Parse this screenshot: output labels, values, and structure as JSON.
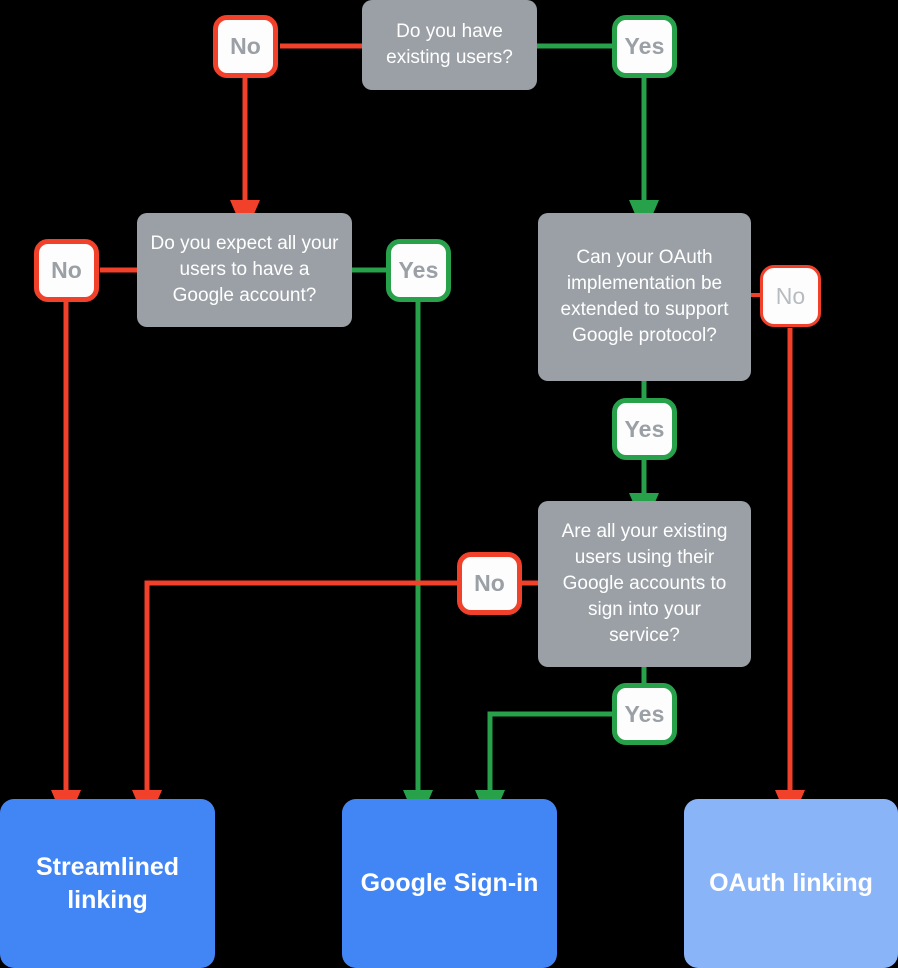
{
  "chart_data": {
    "type": "diagram",
    "title": "Account linking decision flowchart",
    "colors": {
      "question_box": "#9aa0a6",
      "question_text": "#ffffff",
      "no_edge": "#f1412a",
      "yes_edge": "#27a14a",
      "chip_fill": "#fdfdfd",
      "chip_text": "#9aa0a6",
      "result_primary": "#4285f4",
      "result_secondary": "#8ab4f8",
      "background": "#000000"
    },
    "nodes": [
      {
        "id": "q1",
        "type": "question",
        "text": "Do you have existing users?"
      },
      {
        "id": "q2",
        "type": "question",
        "text": "Do you expect all your users to have a Google account?"
      },
      {
        "id": "q3",
        "type": "question",
        "text": "Can your OAuth implementation be extended to support Google protocol?"
      },
      {
        "id": "q4",
        "type": "question",
        "text": "Are all your existing users using their Google accounts to sign into your service?"
      },
      {
        "id": "r1",
        "type": "result",
        "text": "Streamlined linking"
      },
      {
        "id": "r2",
        "type": "result",
        "text": "Google Sign-in"
      },
      {
        "id": "r3",
        "type": "result",
        "text": "OAuth linking"
      }
    ],
    "edges": [
      {
        "from": "q1",
        "to": "q2",
        "label": "No",
        "color": "#f1412a"
      },
      {
        "from": "q1",
        "to": "q3",
        "label": "Yes",
        "color": "#27a14a"
      },
      {
        "from": "q2",
        "to": "r1",
        "label": "No",
        "color": "#f1412a"
      },
      {
        "from": "q2",
        "to": "r2",
        "label": "Yes",
        "color": "#27a14a"
      },
      {
        "from": "q3",
        "to": "r3",
        "label": "No",
        "color": "#f1412a"
      },
      {
        "from": "q3",
        "to": "q4",
        "label": "Yes",
        "color": "#27a14a"
      },
      {
        "from": "q4",
        "to": "r1",
        "label": "No",
        "color": "#f1412a"
      },
      {
        "from": "q4",
        "to": "r2",
        "label": "Yes",
        "color": "#27a14a"
      }
    ]
  },
  "questions": {
    "q1": "Do you have existing users?",
    "q2": "Do you expect all your users to have a Google account?",
    "q3": "Can your OAuth implementation be extended to support Google protocol?",
    "q4": "Are all your existing users using their Google accounts to sign into your service?"
  },
  "chips": {
    "q1_no": "No",
    "q1_yes": "Yes",
    "q2_no": "No",
    "q2_yes": "Yes",
    "q3_no": "No",
    "q3_yes": "Yes",
    "q4_no": "No",
    "q4_yes": "Yes"
  },
  "results": {
    "streamlined": "Streamlined linking",
    "google_signin": "Google Sign-in",
    "oauth": "OAuth linking"
  }
}
